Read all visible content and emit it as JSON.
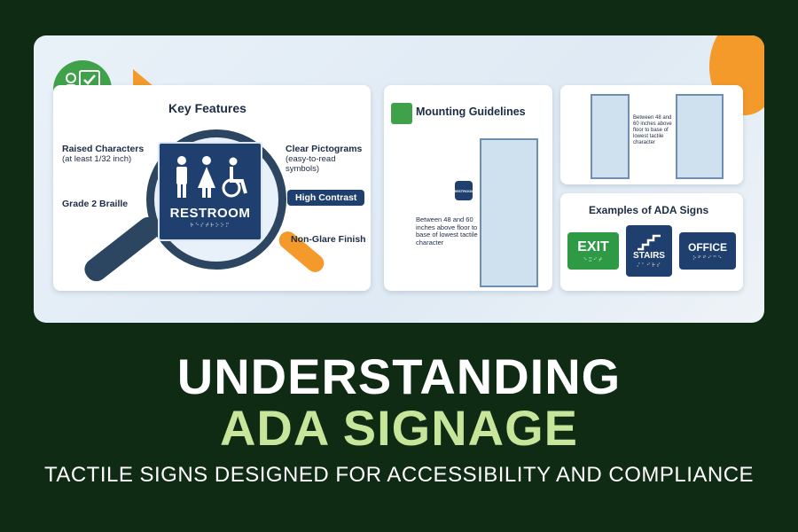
{
  "key_features": {
    "title": "Key Features",
    "raised_characters": "Raised Characters",
    "raised_characters_note": "(at least 1/32 inch)",
    "grade_2_braille": "Grade 2 Braille",
    "clear_pictograms": "Clear Pictograms",
    "clear_pictograms_note": "(easy-to-read symbols)",
    "high_contrast": "High Contrast",
    "non_glare_finish": "Non-Glare Finish",
    "sign_text": "RESTROOM"
  },
  "mounting": {
    "title": "Mounting Guidelines",
    "mini_sign_text": "RESTROOM",
    "height_note": "Between 48 and 60 inches above floor to base of lowest tactile character"
  },
  "door_detail": {
    "height_note": "Between 48 and 60 inches above floor to base of lowest tactile character"
  },
  "examples": {
    "title": "Examples of ADA Signs",
    "signs": [
      {
        "label": "EXIT",
        "color": "#2e9a46"
      },
      {
        "label": "STAIRS",
        "color": "#1f3f6e"
      },
      {
        "label": "OFFICE",
        "color": "#1f3f6e"
      }
    ]
  },
  "headline": {
    "line1": "UNDERSTANDING",
    "line2": "ADA SIGNAGE",
    "subtitle": "TACTILE SIGNS DESIGNED FOR ACCESSIBILITY AND COMPLIANCE"
  },
  "colors": {
    "background": "#0f2b14",
    "accent_green": "#c7e59b",
    "sign_blue": "#1f3f6e",
    "accent_orange": "#f39a2a"
  }
}
